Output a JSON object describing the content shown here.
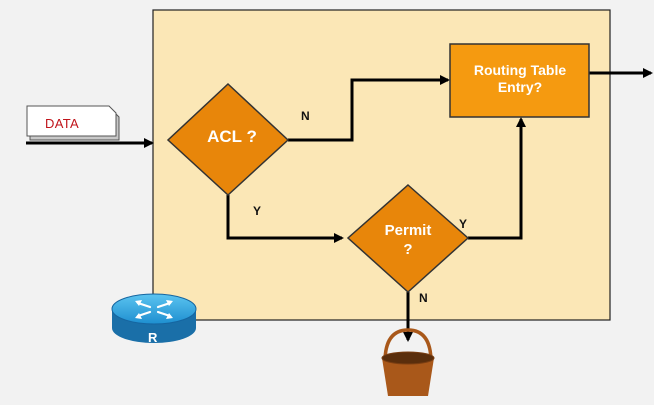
{
  "input": {
    "label": "DATA"
  },
  "nodes": {
    "acl": {
      "label": "ACL ?"
    },
    "permit": {
      "line1": "Permit",
      "line2": "?"
    },
    "routing": {
      "line1": "Routing Table",
      "line2": "Entry?"
    }
  },
  "edges": {
    "acl_no": "N",
    "acl_yes": "Y",
    "permit_yes": "Y",
    "permit_no": "N"
  },
  "router": {
    "letter": "R"
  },
  "colors": {
    "panel": "#fbe7b6",
    "node_fill": "#e8860a",
    "routing_fill": "#f59a10",
    "arrow": "#000000",
    "data_text": "#c0141b",
    "router_blue": "#1e8fd0",
    "bucket": "#a9581a"
  },
  "icons": [
    "router-icon",
    "bucket-icon",
    "data-packet-icon"
  ]
}
